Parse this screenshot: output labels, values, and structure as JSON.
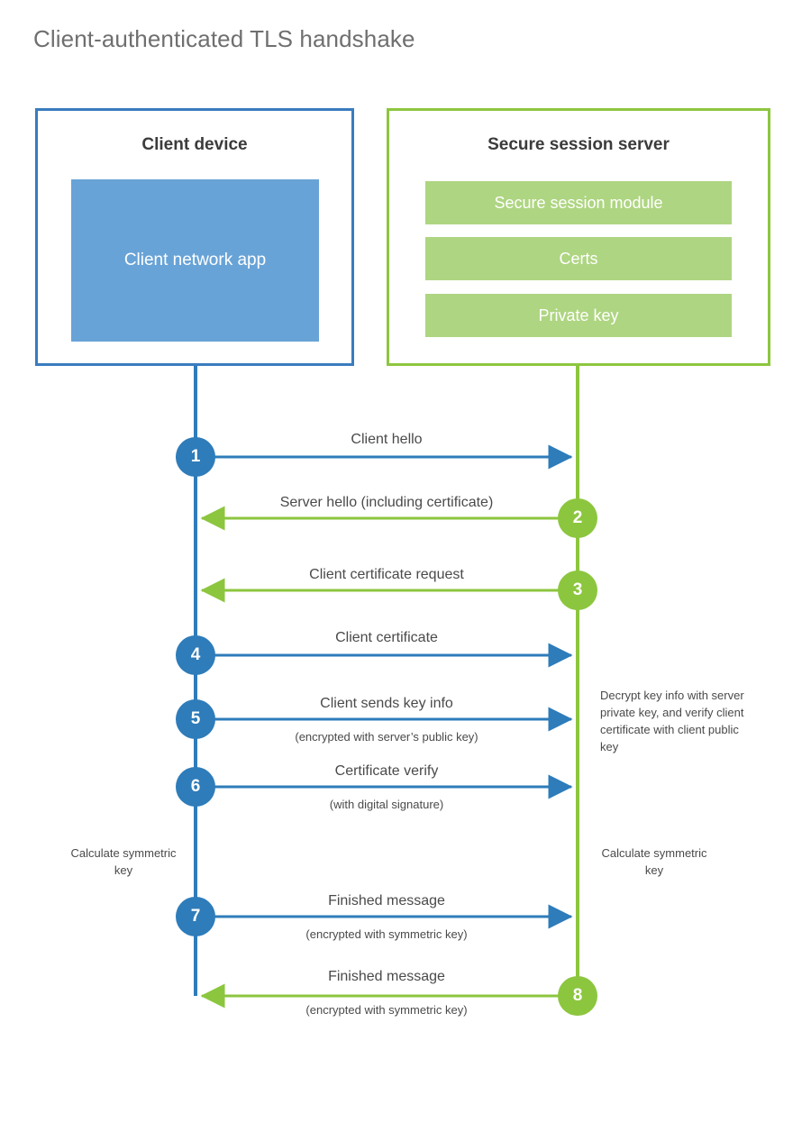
{
  "title": "Client-authenticated TLS handshake",
  "colors": {
    "client_accent": "#2e7cba",
    "client_box_border": "#3a7cbe",
    "client_app_fill": "#68a3d7",
    "server_accent": "#8cc63e",
    "server_box_border": "#8dc63f",
    "server_bar_fill": "#aed581",
    "text": "#4a4a4a",
    "title_text": "#6f6f6f"
  },
  "actors": {
    "client": {
      "title": "Client device",
      "app_label": "Client network app"
    },
    "server": {
      "title": "Secure session server",
      "components": [
        {
          "label": "Secure session module"
        },
        {
          "label": "Certs"
        },
        {
          "label": "Private key"
        }
      ]
    }
  },
  "steps": [
    {
      "number": "1",
      "label": "Client hello",
      "sublabel": "",
      "direction": "client-to-server",
      "origin": "client"
    },
    {
      "number": "2",
      "label": "Server hello (including certificate)",
      "sublabel": "",
      "direction": "server-to-client",
      "origin": "server"
    },
    {
      "number": "3",
      "label": "Client certificate request",
      "sublabel": "",
      "direction": "server-to-client",
      "origin": "server"
    },
    {
      "number": "4",
      "label": "Client certificate",
      "sublabel": "",
      "direction": "client-to-server",
      "origin": "client"
    },
    {
      "number": "5",
      "label": "Client sends key info",
      "sublabel": "(encrypted with server’s public key)",
      "direction": "client-to-server",
      "origin": "client"
    },
    {
      "number": "6",
      "label": "Certificate verify",
      "sublabel": "(with digital signature)",
      "direction": "client-to-server",
      "origin": "client"
    },
    {
      "number": "7",
      "label": "Finished message",
      "sublabel": "(encrypted with symmetric key)",
      "direction": "client-to-server",
      "origin": "client"
    },
    {
      "number": "8",
      "label": "Finished message",
      "sublabel": "(encrypted with symmetric key)",
      "direction": "server-to-client",
      "origin": "server"
    }
  ],
  "annotations": {
    "server_decrypt_note": "Decrypt key info with server private key, and verify client certificate with client public key",
    "client_calc_note": "Calculate symmetric key",
    "server_calc_note": "Calculate symmetric key"
  }
}
